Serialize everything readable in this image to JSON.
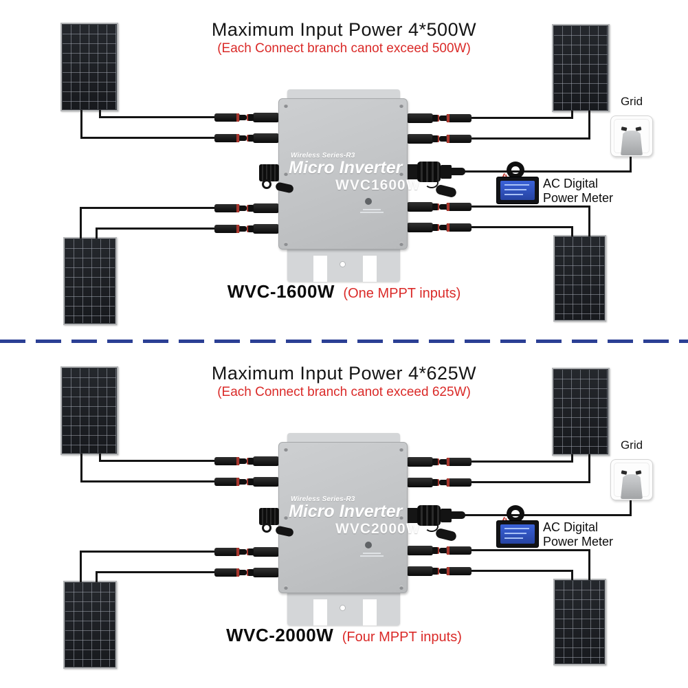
{
  "sections": [
    {
      "title": "Maximum Input Power 4*500W",
      "subtitle": "(Each Connect branch canot exceed 500W)",
      "inverter": {
        "series_label": "Wireless Series-R3",
        "product_label": "Micro Inverter",
        "model_label": "WVC1600W"
      },
      "grid_label": "Grid",
      "meter_label": {
        "line1": "AC Digital",
        "line2": "Power Meter"
      },
      "footer": {
        "model": "WVC-1600W",
        "note": "(One MPPT inputs)"
      }
    },
    {
      "title": "Maximum Input Power 4*625W",
      "subtitle": "(Each Connect branch canot exceed 625W)",
      "inverter": {
        "series_label": "Wireless Series-R3",
        "product_label": "Micro Inverter",
        "model_label": "WVC2000W"
      },
      "grid_label": "Grid",
      "meter_label": {
        "line1": "AC Digital",
        "line2": "Power Meter"
      },
      "footer": {
        "model": "WVC-2000W",
        "note": "(Four MPPT inputs)"
      }
    }
  ],
  "colors": {
    "warning_red": "#da2a28",
    "title_black": "#151515",
    "divider_blue": "#2b3f94",
    "wire_black": "#141414",
    "inverter_gray": "#c6c8ca",
    "meter_screen_blue": "#3a62d8"
  }
}
